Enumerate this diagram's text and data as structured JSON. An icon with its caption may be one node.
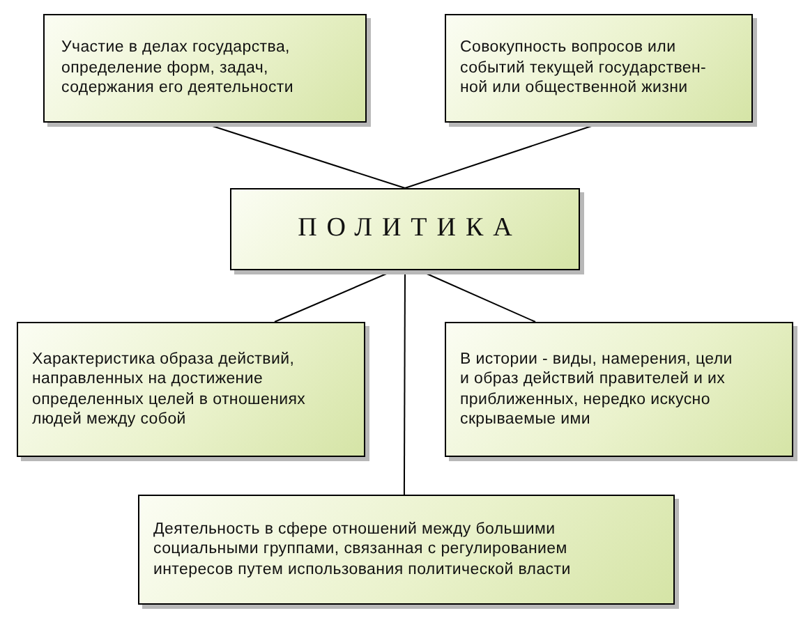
{
  "diagram": {
    "nodes": [
      {
        "text": [
          "Участие в делах государства, определение форм, задач, содержания его деятельности"
        ]
      },
      {
        "text": [
          "Совокупность вопросов или событий текущей государствен- ной или общественной жизни"
        ]
      },
      {
        "text": [
          "ПОЛИТИКА"
        ]
      },
      {
        "text": [
          "Характеристика образа действий, направленных на достижение определенных целей в отношениях людей между собой"
        ]
      },
      {
        "text": [
          "В истории - виды, намерения, цели и образ действий правителей и их приближенных, нередко искусно скрываемые ими"
        ]
      },
      {
        "text": [
          "Деятельность в сфере отношений между большими социальными группами, связанная с регулированием интересов путем использования политической власти"
        ]
      }
    ],
    "edges": [
      {
        "from": 0,
        "to": 2,
        "arrow": "none"
      },
      {
        "from": 1,
        "to": 2,
        "arrow": "none"
      },
      {
        "from": 2,
        "to": 3,
        "arrow": "none"
      },
      {
        "from": 2,
        "to": 4,
        "arrow": "none"
      },
      {
        "from": 2,
        "to": 5,
        "arrow": "none"
      }
    ]
  }
}
